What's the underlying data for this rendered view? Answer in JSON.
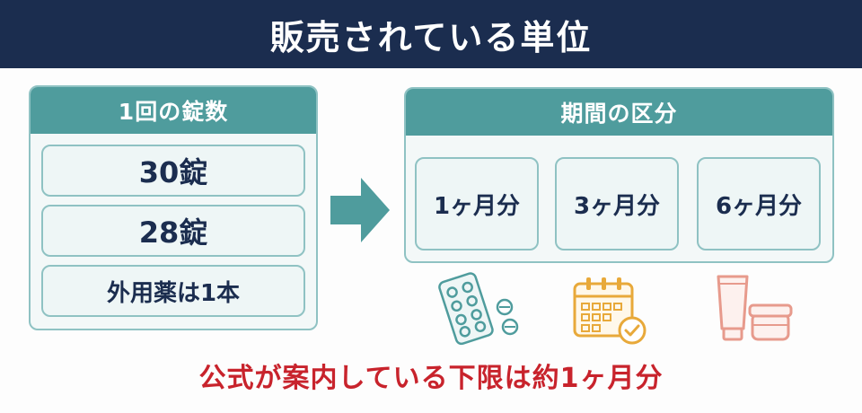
{
  "header": {
    "title": "販売されている単位"
  },
  "left_panel": {
    "title": "1回の錠数",
    "items": [
      "30錠",
      "28錠",
      "外用薬は1本"
    ]
  },
  "right_panel": {
    "title": "期間の区分",
    "items": [
      "1ヶ月分",
      "3ヶ月分",
      "6ヶ月分"
    ]
  },
  "icons": [
    "pill-blister-pack-icon",
    "calendar-check-icon",
    "cream-tube-jar-icon"
  ],
  "footer": {
    "note": "公式が案内している下限は約1ヶ月分"
  },
  "colors": {
    "header_bg": "#1b2d4f",
    "teal": "#4f9c9d",
    "teal_border": "#8fc2c3",
    "text_dark": "#1b2d4f",
    "accent_red": "#c8232c",
    "calendar_orange": "#e8a93a",
    "cream_pink": "#e79a8c"
  }
}
